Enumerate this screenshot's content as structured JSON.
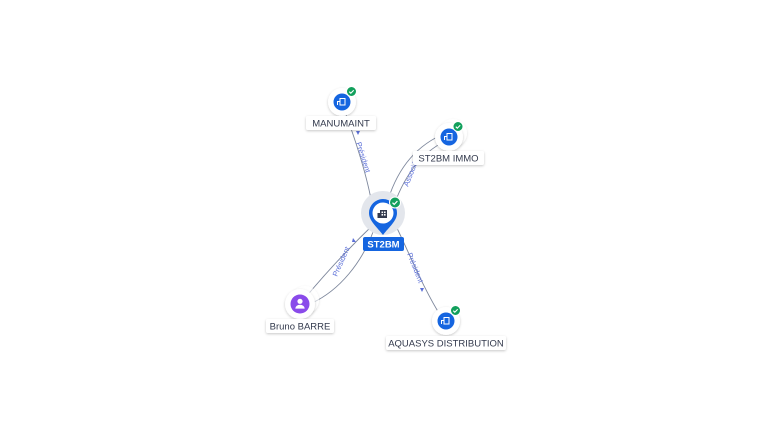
{
  "graph": {
    "center": {
      "label": "ST2BM",
      "icon": "building-icon",
      "status": "verified"
    },
    "nodes": [
      {
        "id": "manumaint",
        "label": "MANUMAINT",
        "icon": "building-icon",
        "status": "verified"
      },
      {
        "id": "st2bm-immo",
        "label": "ST2BM IMMO",
        "icon": "building-icon",
        "status": "verified"
      },
      {
        "id": "bruno-barre",
        "label": "Bruno BARRE",
        "icon": "person-icon",
        "status": ""
      },
      {
        "id": "aquasys",
        "label": "AQUASYS DISTRIBUTION",
        "icon": "building-icon",
        "status": "verified"
      }
    ],
    "edges": [
      {
        "label": "Président"
      },
      {
        "label": "Associé"
      },
      {
        "label": "Président"
      },
      {
        "label": "Président"
      }
    ]
  },
  "colors": {
    "company": "#1565e0",
    "person": "#8a4bea",
    "verified": "#12a05c",
    "edge": "#7d879c",
    "edge_label": "#5b6fd8"
  }
}
